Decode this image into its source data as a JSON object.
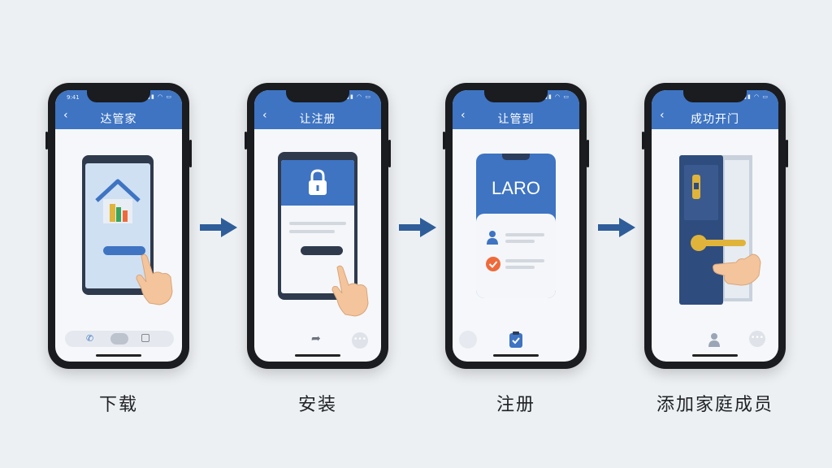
{
  "steps": [
    {
      "header_title": "达管家",
      "caption": "下载",
      "status_time": "9:41"
    },
    {
      "header_title": "让注册",
      "caption": "安装"
    },
    {
      "header_title": "让管到",
      "caption": "注册",
      "card_logo": "LARO"
    },
    {
      "header_title": "成功开门",
      "caption": "添加家庭成员"
    }
  ],
  "icons": {
    "back": "back-chevron-icon",
    "arrow": "right-arrow-icon",
    "lock": "padlock-icon",
    "hand": "pointing-hand-icon",
    "house": "house-icon",
    "user": "user-icon",
    "check": "checkmark-icon",
    "door": "door-icon",
    "more": "more-dots-icon"
  },
  "colors": {
    "header": "#3e74c2",
    "arrow": "#2f5d99",
    "phone_frame": "#1a1c20",
    "background": "#edf0f3",
    "accent_orange": "#ef6a3a",
    "handle_gold": "#e0b43a"
  }
}
